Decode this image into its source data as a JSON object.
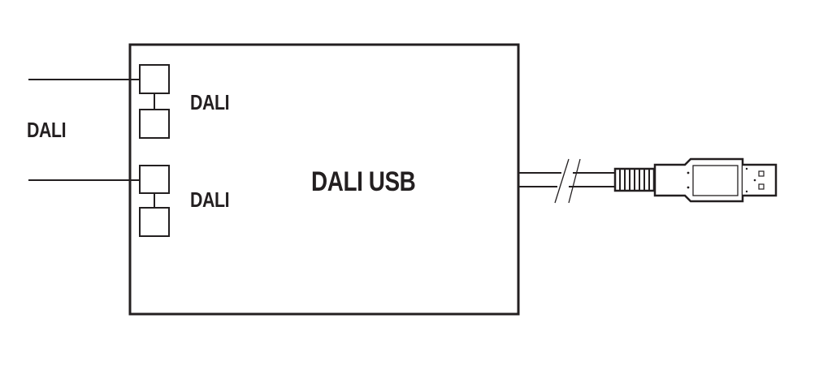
{
  "labels": {
    "bus_label": "DALI",
    "port_1_label": "DALI",
    "port_2_label": "DALI",
    "device_label": "DALI USB"
  },
  "colors": {
    "stroke": "#231f20",
    "background": "#ffffff"
  }
}
